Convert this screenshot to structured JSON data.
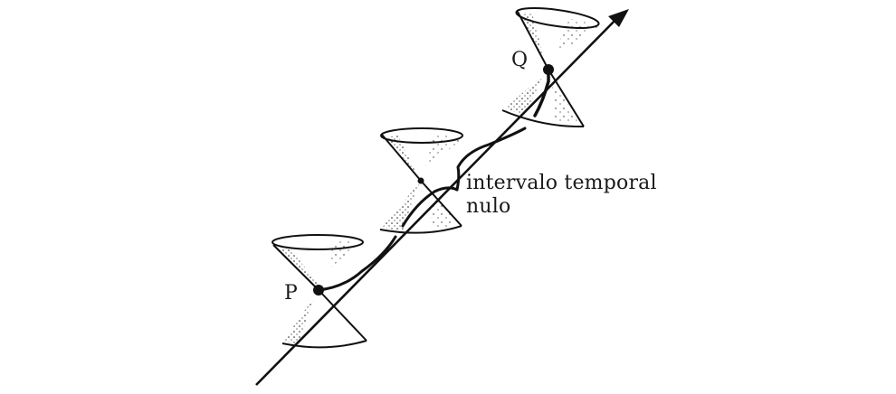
{
  "diagram": {
    "type": "spacetime-light-cones",
    "labels": {
      "point_p": "P",
      "point_q": "Q",
      "annotation_line1": "intervalo temporal",
      "annotation_line2": "nulo"
    },
    "colors": {
      "ink": "#111111",
      "background": "#ffffff"
    },
    "elements": [
      {
        "name": "worldline",
        "description": "Straight timelike worldline with arrowhead from lower-left to upper-right"
      },
      {
        "name": "light-cone-p",
        "description": "Double light cone at event P"
      },
      {
        "name": "light-cone-middle",
        "description": "Double light cone at intermediate event"
      },
      {
        "name": "light-cone-q",
        "description": "Double light cone at event Q"
      },
      {
        "name": "null-path",
        "description": "Curved path from P to Q along cone surfaces (null interval)"
      }
    ]
  }
}
